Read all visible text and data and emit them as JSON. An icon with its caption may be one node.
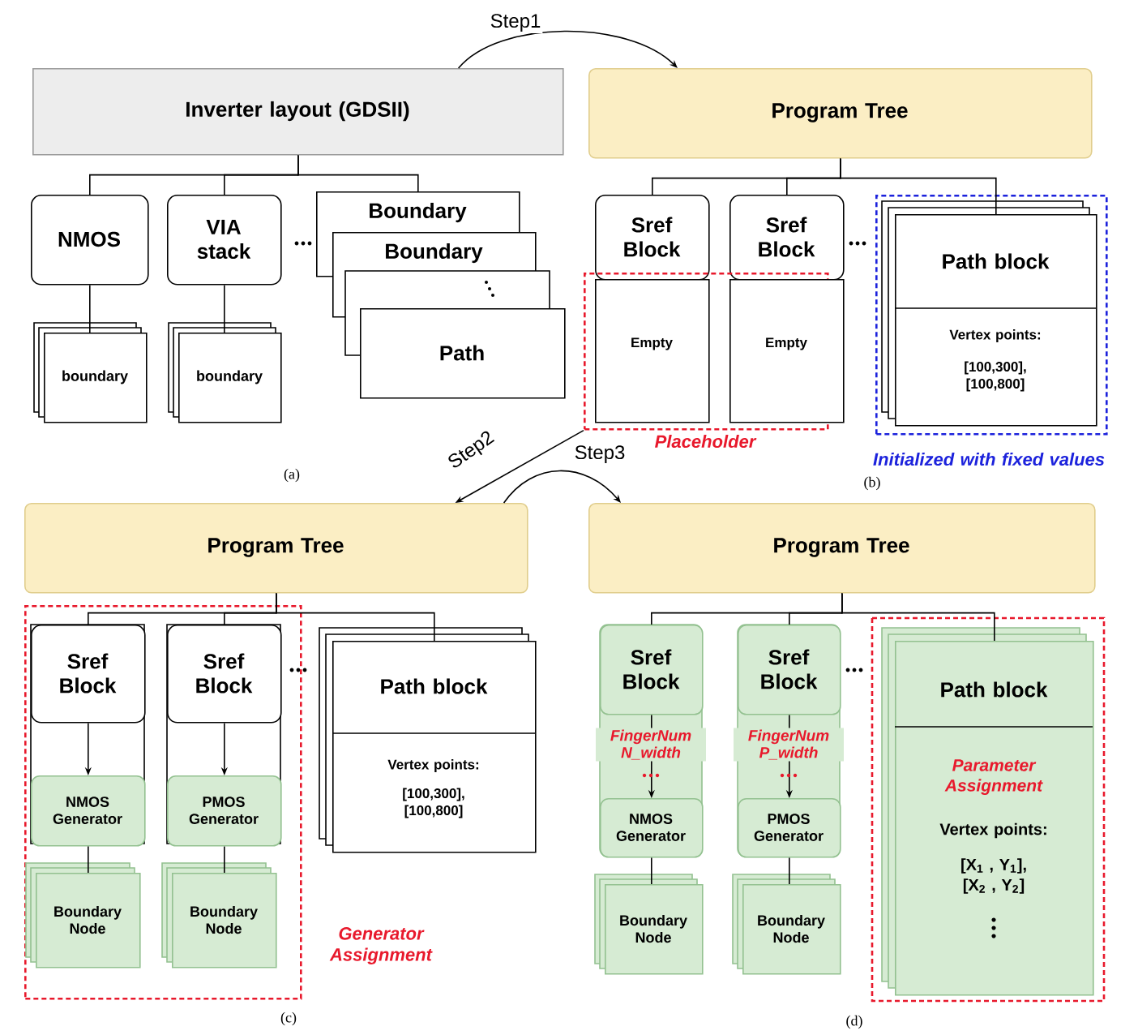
{
  "diagram": {
    "nodes": [
      {
        "text": [
          "Inverter layout (GDSII)"
        ]
      },
      {
        "text": [
          "NMOS"
        ]
      },
      {
        "text": [
          "VIA stack"
        ]
      },
      {
        "text": [
          "Boundary"
        ]
      },
      {
        "text": [
          "Boundary"
        ]
      },
      {
        "text": [
          "Path"
        ]
      },
      {
        "text": [
          "boundary"
        ]
      },
      {
        "text": [
          "boundary"
        ]
      },
      {
        "text": [
          "Program Tree"
        ]
      },
      {
        "text": [
          "Sref Block"
        ]
      },
      {
        "text": [
          "Sref Block"
        ]
      },
      {
        "text": [
          "Placeholder"
        ]
      },
      {
        "text": [
          "Empty"
        ],
        "in": 11
      },
      {
        "text": [
          "Empty"
        ],
        "in": 11
      },
      {
        "text": [
          "Initialized with fixed values"
        ]
      },
      {
        "text": [
          "Path block",
          "Vertex points:",
          "[100,300], [100,800]"
        ],
        "in": 14
      },
      {
        "text": [
          "Program Tree"
        ]
      },
      {
        "text": [
          "Generator Assignment"
        ]
      },
      {
        "text": [
          "Sref Block"
        ],
        "in": 17
      },
      {
        "text": [
          "Sref Block"
        ],
        "in": 17
      },
      {
        "text": [
          "NMOS Generator"
        ],
        "in": 17
      },
      {
        "text": [
          "PMOS Generator"
        ],
        "in": 17
      },
      {
        "text": [
          "Boundary Node"
        ],
        "in": 17
      },
      {
        "text": [
          "Boundary Node"
        ],
        "in": 17
      },
      {
        "text": [
          "Path block",
          "Vertex points:",
          "[100,300], [100,800]"
        ]
      },
      {
        "text": [
          "Program Tree"
        ]
      },
      {
        "text": [
          "Sref Block"
        ]
      },
      {
        "text": [
          "Sref Block"
        ]
      },
      {
        "text": [
          "NMOS Generator"
        ]
      },
      {
        "text": [
          "PMOS Generator"
        ]
      },
      {
        "text": [
          "Boundary Node"
        ]
      },
      {
        "text": [
          "Boundary Node"
        ]
      },
      {
        "text": [
          "Path block",
          "Parameter Assignment",
          "Vertex points:",
          "[X$_{1}$ , Y$_{1}$], [X$_{2}$ , Y$_{2}$]"
        ]
      }
    ],
    "edges": [
      {
        "from": 0,
        "to": 1,
        "arrow": "none"
      },
      {
        "from": 0,
        "to": 2,
        "arrow": "none"
      },
      {
        "from": 0,
        "to": 3,
        "arrow": "none"
      },
      {
        "from": 1,
        "to": 6,
        "arrow": "none"
      },
      {
        "from": 2,
        "to": 7,
        "arrow": "none"
      },
      {
        "from": 0,
        "to": 8,
        "arrow": "to",
        "label": "Step1"
      },
      {
        "from": 8,
        "to": 9,
        "arrow": "none"
      },
      {
        "from": 8,
        "to": 10,
        "arrow": "none"
      },
      {
        "from": 8,
        "to": 15,
        "arrow": "none"
      },
      {
        "from": 11,
        "to": 16,
        "arrow": "to",
        "label": "Step2"
      },
      {
        "from": 16,
        "to": 25,
        "arrow": "to",
        "label": "Step3"
      },
      {
        "from": 16,
        "to": 18,
        "arrow": "none"
      },
      {
        "from": 16,
        "to": 19,
        "arrow": "none"
      },
      {
        "from": 16,
        "to": 24,
        "arrow": "none"
      },
      {
        "from": 18,
        "to": 20,
        "arrow": "to"
      },
      {
        "from": 19,
        "to": 21,
        "arrow": "to"
      },
      {
        "from": 20,
        "to": 22,
        "arrow": "none"
      },
      {
        "from": 21,
        "to": 23,
        "arrow": "none"
      },
      {
        "from": 25,
        "to": 26,
        "arrow": "none"
      },
      {
        "from": 25,
        "to": 27,
        "arrow": "none"
      },
      {
        "from": 25,
        "to": 32,
        "arrow": "none"
      },
      {
        "from": 26,
        "to": 28,
        "arrow": "to"
      },
      {
        "from": 27,
        "to": 29,
        "arrow": "to"
      },
      {
        "from": 28,
        "to": 30,
        "arrow": "none"
      },
      {
        "from": 29,
        "to": 31,
        "arrow": "none"
      }
    ],
    "labels": [
      "(a)",
      "(b)",
      "(c)",
      "FingerNum N_width",
      "FingerNum P_width",
      "(d)"
    ]
  }
}
